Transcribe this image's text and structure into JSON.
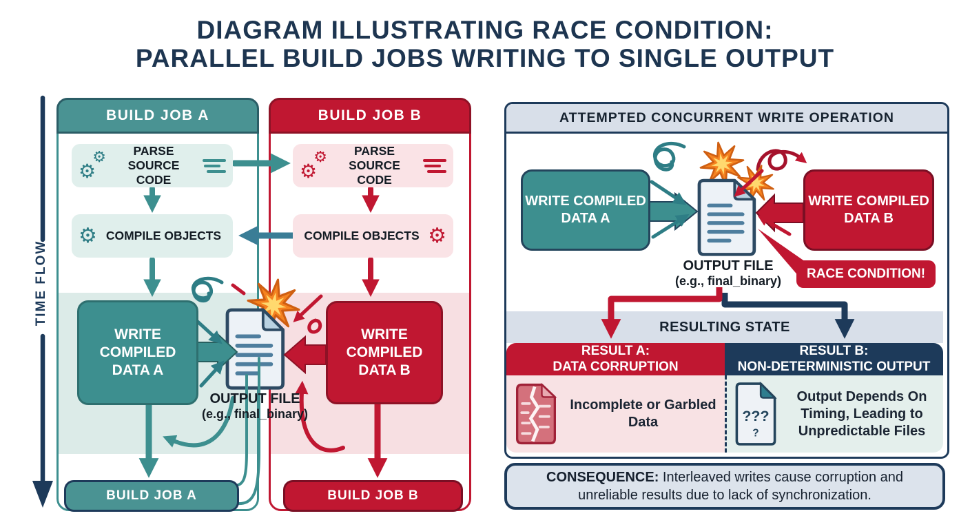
{
  "title": {
    "line1": "DIAGRAM ILLUSTRATING RACE CONDITION:",
    "line2": "PARALLEL BUILD JOBS WRITING TO SINGLE OUTPUT"
  },
  "palette": {
    "teal": "#3d8f8f",
    "crimson": "#c01731",
    "navy": "#1d3a5a",
    "burst_orange": "#f58220",
    "band_grey": "#d8dfe9",
    "tint_teal": "#dcebe8",
    "tint_pink": "#f7dfe2"
  },
  "icons": {
    "gear": "⚙",
    "question_marks": "???",
    "question_single": "?"
  },
  "left_panel": {
    "time_flow_label": "TIME FLOW",
    "job_a": {
      "header": "BUILD JOB A",
      "parse_label": "PARSE SOURCE CODE",
      "compile_label": "COMPILE OBJECTS",
      "write_label": "WRITE COMPILED DATA A",
      "footer": "BUILD JOB A"
    },
    "job_b": {
      "header": "BUILD JOB B",
      "parse_label": "PARSE SOURCE CODE",
      "compile_label": "COMPILE OBJECTS",
      "write_label": "WRITE COMPILED DATA B",
      "footer": "BUILD JOB B"
    },
    "output_file": {
      "label": "OUTPUT FILE",
      "sublabel": "(e.g., final_binary)"
    }
  },
  "right_panel": {
    "header": "ATTEMPTED CONCURRENT WRITE OPERATION",
    "write_a_label": "WRITE COMPILED DATA A",
    "write_b_label": "WRITE COMPILED DATA B",
    "output_file": {
      "label": "OUTPUT FILE",
      "sublabel": "(e.g., final_binary)"
    },
    "race_callout": "RACE CONDITION!",
    "resulting_state_label": "RESULTING STATE",
    "result_a": {
      "title_line1": "RESULT A:",
      "title_line2": "DATA CORRUPTION",
      "body": "Incomplete or Garbled Data"
    },
    "result_b": {
      "title_line1": "RESULT B:",
      "title_line2": "NON-DETERMINISTIC OUTPUT",
      "body": "Output Depends On Timing, Leading to Unpredictable Files"
    },
    "consequence": {
      "label": "CONSEQUENCE:",
      "text": " Interleaved writes cause corruption and unreliable results due to lack of synchronization."
    }
  }
}
